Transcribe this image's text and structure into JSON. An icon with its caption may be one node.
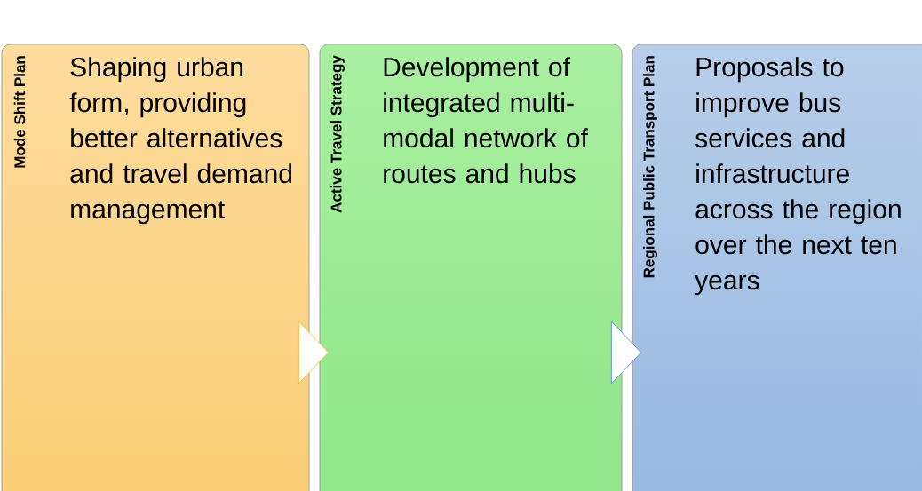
{
  "diagram": {
    "nodes": [
      {
        "text": [
          "Mode Shift Plan",
          "Shaping urban form, providing better alternatives and travel demand management"
        ]
      },
      {
        "text": [
          "Active Travel Strategy",
          "Development of integrated multi-modal network of routes and hubs"
        ]
      },
      {
        "text": [
          "Regional Public Transport Plan",
          "Proposals to improve bus services and infrastructure across the region over the next ten years"
        ]
      }
    ],
    "edges": [
      {
        "from": 0,
        "to": 1,
        "arrow": "to",
        "color": "#f5c04a"
      },
      {
        "from": 1,
        "to": 2,
        "arrow": "to",
        "color": "#6f9ad0"
      }
    ]
  }
}
